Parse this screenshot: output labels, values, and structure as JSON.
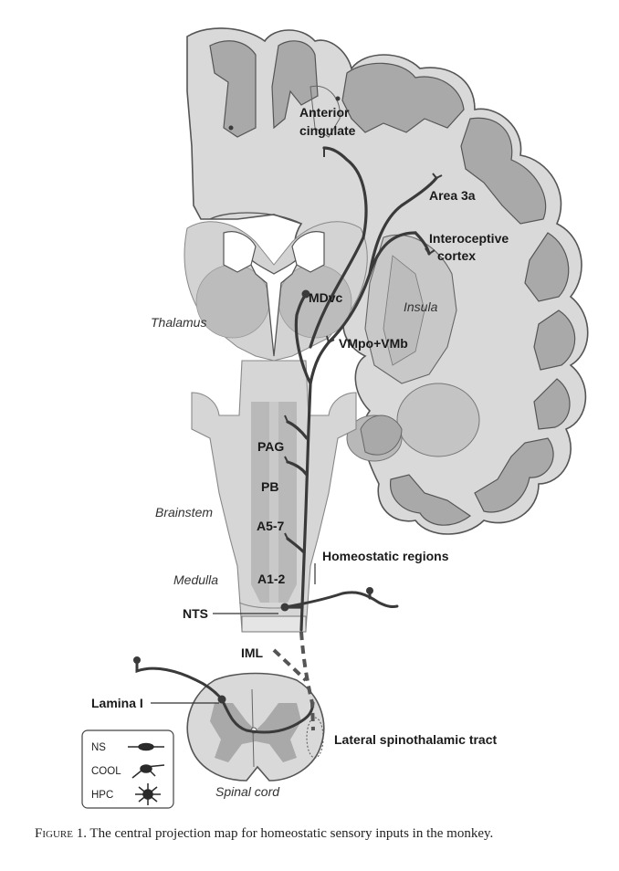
{
  "labels": {
    "anterior_cingulate_l1": "Anterior",
    "anterior_cingulate_l2": "cingulate",
    "area_3a": "Area 3a",
    "interoceptive_l1": "Interoceptive",
    "interoceptive_l2": "cortex",
    "insula": "Insula",
    "mdvc": "MDvc",
    "thalamus": "Thalamus",
    "vmpo": "VMpo+VMb",
    "pag": "PAG",
    "pb": "PB",
    "brainstem": "Brainstem",
    "a57": "A5-7",
    "homeostatic": "Homeostatic regions",
    "medulla": "Medulla",
    "a12": "A1-2",
    "nts": "NTS",
    "iml": "IML",
    "lamina": "Lamina I",
    "lst": "Lateral spinothalamic tract",
    "spinal_cord": "Spinal cord"
  },
  "legend": {
    "ns": "NS",
    "cool": "COOL",
    "hpc": "HPC"
  },
  "caption": {
    "lead": "Figure 1.",
    "text": " The central projection map for homeostatic sensory inputs in the monkey."
  },
  "colors": {
    "brain_fill": "#d8d8d8",
    "gray_matter": "#a8a8a8",
    "outline": "#555555",
    "pathway": "#3a3a3a"
  }
}
